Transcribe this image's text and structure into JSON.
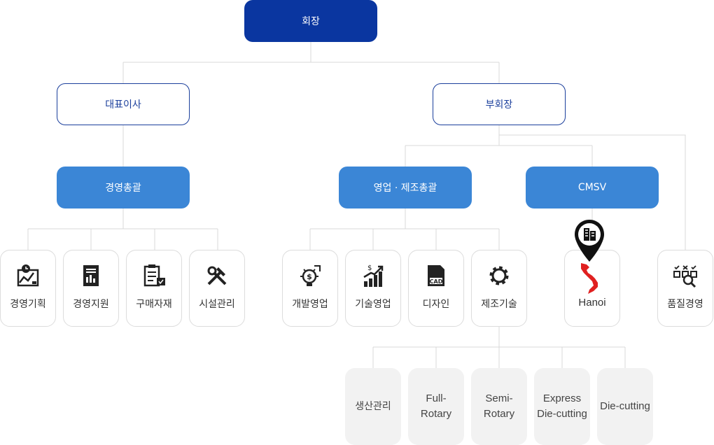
{
  "ceo": "회장",
  "executives": {
    "left": "대표이사",
    "right": "부회장"
  },
  "divisions": {
    "admin": "경영총괄",
    "sales_mfg": "영업 · 제조총괄",
    "cmsv": "CMSV"
  },
  "admin_departments": [
    "경영기획",
    "경영지원",
    "구매자재",
    "시설관리"
  ],
  "sales_departments": [
    "개발영업",
    "기술영업",
    "디자인",
    "제조기술"
  ],
  "cmsv_unit": "Hanoi",
  "quality_unit": "품질경영",
  "mfg_subunits": [
    "생산관리",
    "Full-Rotary",
    "Semi-Rotary",
    "Express Die-cutting",
    "Die-cutting"
  ],
  "colors": {
    "navy": "#0a36a0",
    "blue": "#3b86d6",
    "line": "#d9d9d9",
    "red": "#e02020"
  }
}
